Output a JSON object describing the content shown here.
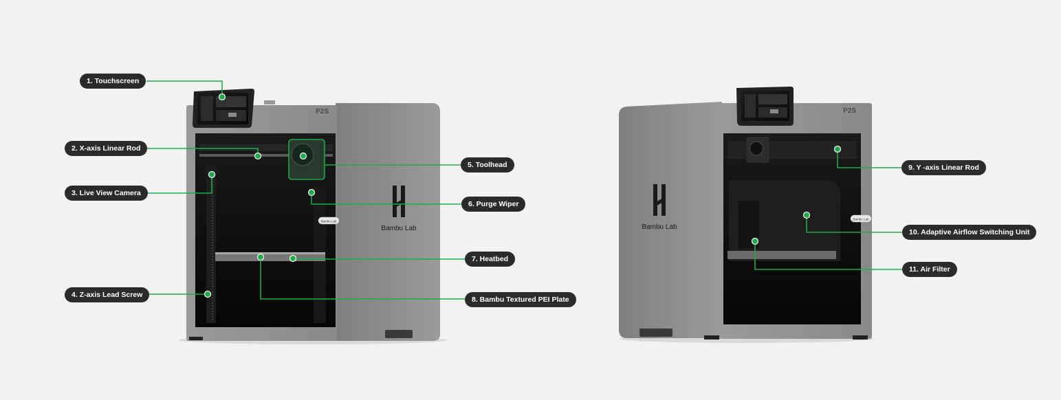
{
  "printer_front": {
    "model_badge": "P2S",
    "brand_text": "Bambu Lab",
    "door_badge": "Bambu Lab"
  },
  "printer_rear": {
    "model_badge": "P2S",
    "brand_text": "Bambu Lab",
    "door_badge": "Bambu Lab"
  },
  "callouts": [
    {
      "id": "touchscreen",
      "text": "1. Touchscreen"
    },
    {
      "id": "x-axis-linear-rod",
      "text": "2. X-axis Linear Rod"
    },
    {
      "id": "live-view-camera",
      "text": "3. Live  View Camera"
    },
    {
      "id": "z-axis-lead-screw",
      "text": "4. Z-axis Lead Screw"
    },
    {
      "id": "toolhead",
      "text": "5. Toolhead"
    },
    {
      "id": "purge-wiper",
      "text": "6. Purge Wiper"
    },
    {
      "id": "heatbed",
      "text": "7. Heatbed"
    },
    {
      "id": "bambu-textured-pei-plate",
      "text": "8. Bambu Textured PEI Plate"
    },
    {
      "id": "y-axis-linear-rod",
      "text": "9. Y -axis Linear Rod"
    },
    {
      "id": "adaptive-airflow-switching-unit",
      "text": "10. Adaptive Airflow Switching Unit"
    },
    {
      "id": "air-filter",
      "text": "11. Air Filter"
    }
  ],
  "colors": {
    "accent": "#1faa4a",
    "label_bg": "#2b2b2b",
    "label_text": "#ffffff",
    "background": "#f2f2f2",
    "shell": "#8e8e8e",
    "chamber": "#0e0e0e"
  }
}
